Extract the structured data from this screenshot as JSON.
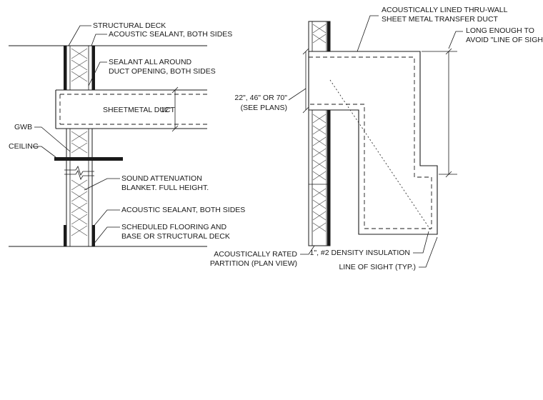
{
  "left_detail": {
    "structural_deck": "STRUCTURAL DECK",
    "acoustic_sealant_top": "ACOUSTIC SEALANT, BOTH SIDES",
    "sealant_around_1": "SEALANT ALL AROUND",
    "sealant_around_2": "DUCT OPENING, BOTH SIDES",
    "duct_label": "SHEETMETAL DUCT",
    "duct_height": "12\"",
    "gwb": "GWB",
    "ceiling": "CEILING",
    "sound_blanket_1": "SOUND ATTENUATION",
    "sound_blanket_2": "BLANKET. FULL HEIGHT.",
    "acoustic_sealant_bottom": "ACOUSTIC SEALANT, BOTH SIDES",
    "flooring_1": "SCHEDULED FLOORING AND",
    "flooring_2": "BASE OR STRUCTURAL DECK"
  },
  "right_detail": {
    "transfer_duct_1": "ACOUSTICALLY LINED THRU-WALL",
    "transfer_duct_2": "SHEET METAL TRANSFER DUCT",
    "long_enough_1": "LONG ENOUGH TO",
    "long_enough_2": "AVOID \"LINE OF SIGHT\"",
    "sizes_1": "22\", 46\" OR 70\"",
    "sizes_2": "(SEE PLANS)",
    "partition_1": "ACOUSTICALLY RATED",
    "partition_2": "PARTITION (PLAN VIEW)",
    "insulation": "1\", #2 DENSITY INSULATION",
    "line_of_sight": "LINE OF SIGHT (TYP.)"
  }
}
